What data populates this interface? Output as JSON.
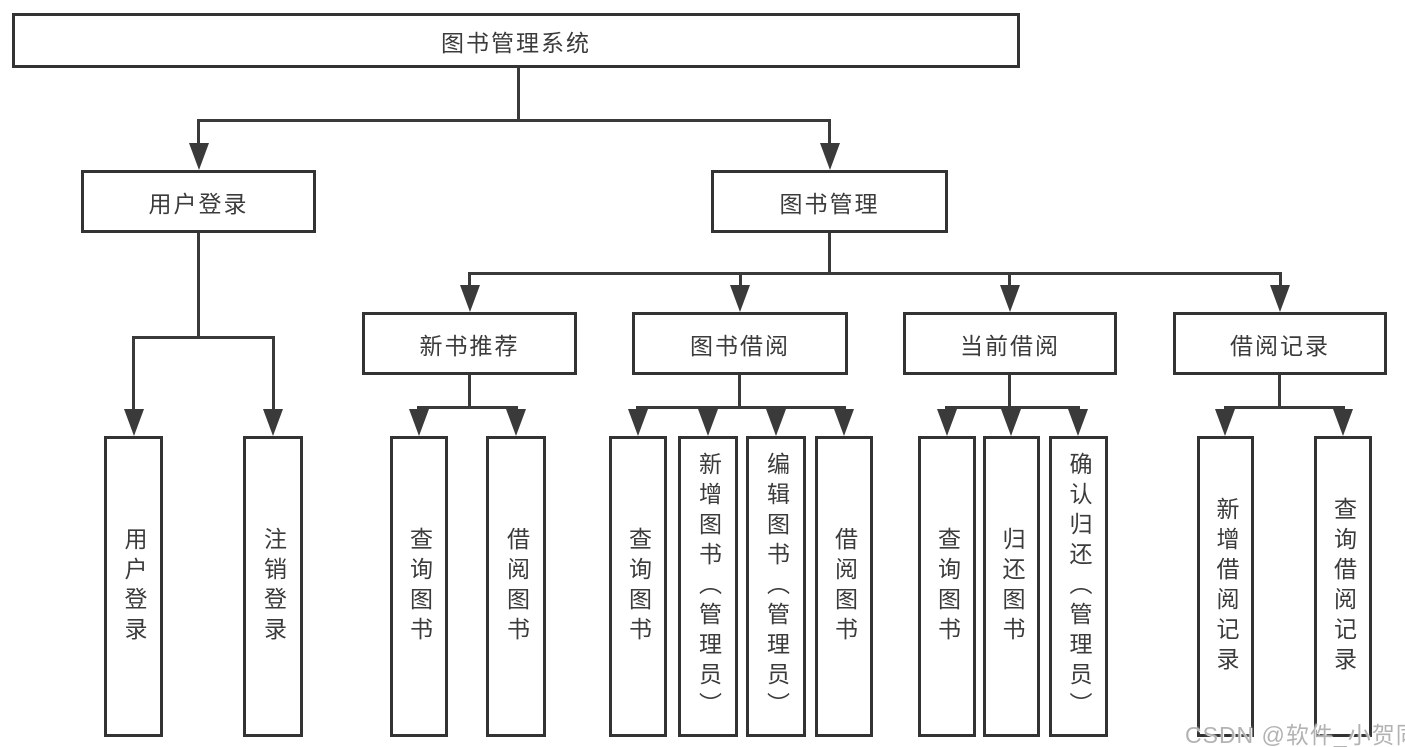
{
  "tree": {
    "root": {
      "label": "图书管理系统",
      "children": [
        {
          "label": "用户登录",
          "children": [
            {
              "label": "用户登录"
            },
            {
              "label": "注销登录"
            }
          ]
        },
        {
          "label": "图书管理",
          "children": [
            {
              "label": "新书推荐",
              "children": [
                {
                  "label": "查询图书"
                },
                {
                  "label": "借阅图书"
                }
              ]
            },
            {
              "label": "图书借阅",
              "children": [
                {
                  "label": "查询图书"
                },
                {
                  "label": "新增图书（管理员）"
                },
                {
                  "label": "编辑图书（管理员）"
                },
                {
                  "label": "借阅图书"
                }
              ]
            },
            {
              "label": "当前借阅",
              "children": [
                {
                  "label": "查询图书"
                },
                {
                  "label": "归还图书"
                },
                {
                  "label": "确认归还（管理员）"
                }
              ]
            },
            {
              "label": "借阅记录",
              "children": [
                {
                  "label": "新增借阅记录"
                },
                {
                  "label": "查询借阅记录"
                }
              ]
            }
          ]
        }
      ]
    }
  },
  "watermark": {
    "text": "CSDN @软件_小贺同学"
  },
  "colors": {
    "line": "#3a3a3a",
    "box_border": "#333333",
    "box_background": "#ffffff",
    "text": "#3b3b3b",
    "watermark": "#b3b3b3"
  }
}
